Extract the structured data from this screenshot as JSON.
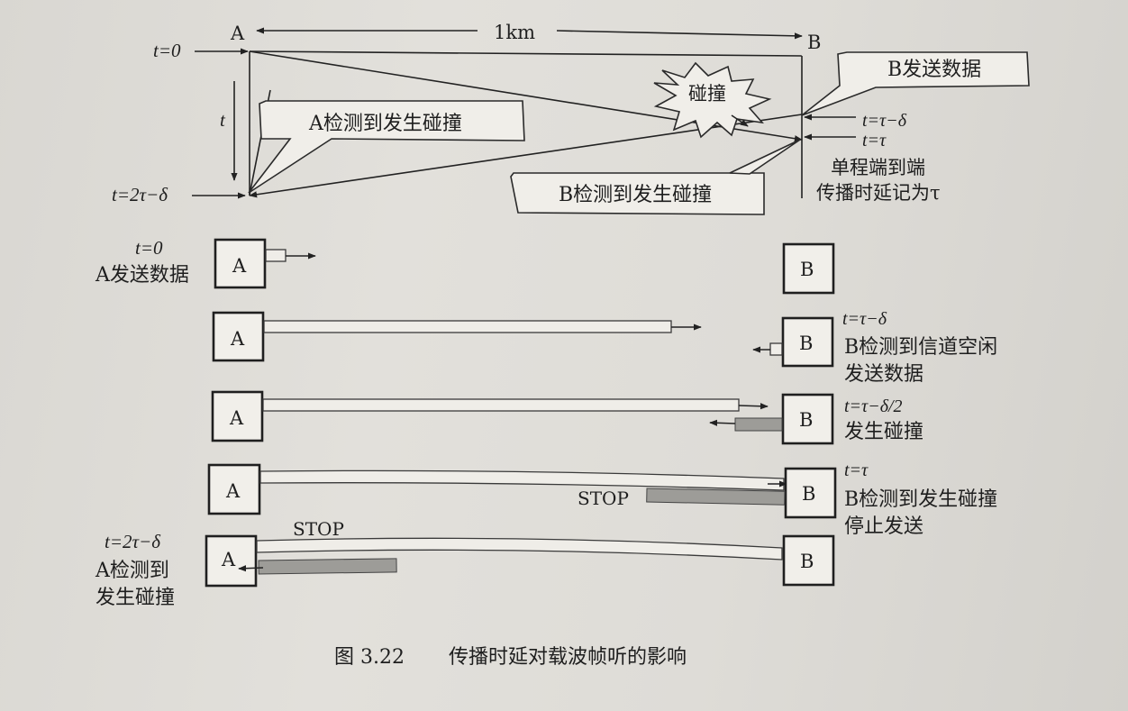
{
  "timing": {
    "node_a": "A",
    "node_b": "B",
    "distance": "1km",
    "t0": "t=0",
    "t_axis": "t",
    "t_2tau_delta": "t=2τ−δ",
    "t_tau_delta": "t=τ−δ",
    "t_tau": "t=τ",
    "collision": "碰撞",
    "b_sends": "B发送数据",
    "a_detects": "A检测到发生碰撞",
    "b_detects": "B检测到发生碰撞",
    "delay_note_1": "单程端到端",
    "delay_note_2": "传播时延记为τ"
  },
  "steps": [
    {
      "box_a": "A",
      "box_b": "B",
      "left_label_1": "t=0",
      "left_label_2": "A发送数据"
    },
    {
      "box_a": "A",
      "box_b": "B",
      "right_label_1": "t=τ−δ",
      "right_label_2": "B检测到信道空闲",
      "right_label_3": "发送数据"
    },
    {
      "box_a": "A",
      "box_b": "B",
      "right_label_1": "t=τ−δ/2",
      "right_label_2": "发生碰撞"
    },
    {
      "box_a": "A",
      "box_b": "B",
      "stop": "STOP",
      "right_label_1": "t=τ",
      "right_label_2": "B检测到发生碰撞",
      "right_label_3": "停止发送"
    },
    {
      "box_a": "A",
      "box_b": "B",
      "stop": "STOP",
      "left_label_1": "t=2τ−δ",
      "left_label_2": "A检测到",
      "left_label_3": "发生碰撞"
    }
  ],
  "caption": {
    "number": "图 3.22",
    "title": "传播时延对载波帧听的影响"
  }
}
